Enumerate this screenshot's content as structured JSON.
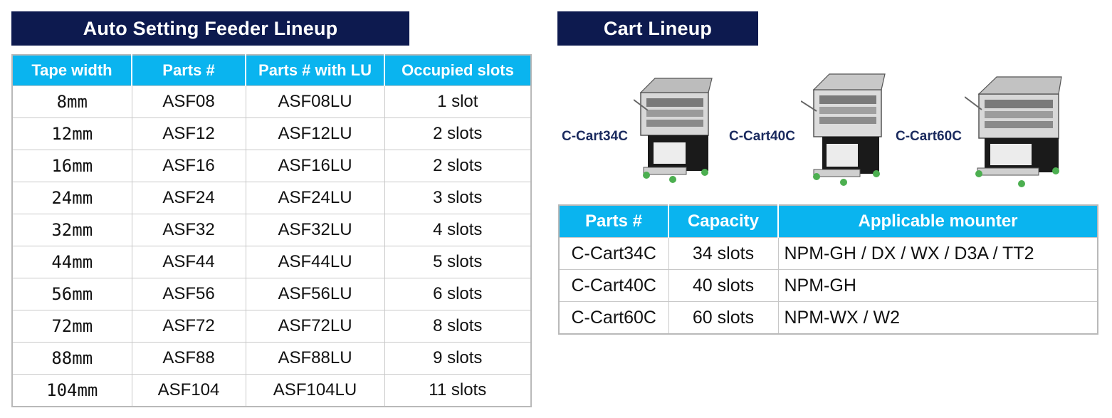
{
  "feeder": {
    "title": "Auto Setting Feeder Lineup",
    "headers": [
      "Tape width",
      "Parts #",
      "Parts # with LU",
      "Occupied slots"
    ],
    "rows": [
      [
        "8mm",
        "ASF08",
        "ASF08LU",
        "1 slot"
      ],
      [
        "12mm",
        "ASF12",
        "ASF12LU",
        "2 slots"
      ],
      [
        "16mm",
        "ASF16",
        "ASF16LU",
        "2 slots"
      ],
      [
        "24mm",
        "ASF24",
        "ASF24LU",
        "3 slots"
      ],
      [
        "32mm",
        "ASF32",
        "ASF32LU",
        "4 slots"
      ],
      [
        "44mm",
        "ASF44",
        "ASF44LU",
        "5 slots"
      ],
      [
        "56mm",
        "ASF56",
        "ASF56LU",
        "6 slots"
      ],
      [
        "72mm",
        "ASF72",
        "ASF72LU",
        "8 slots"
      ],
      [
        "88mm",
        "ASF88",
        "ASF88LU",
        "9 slots"
      ],
      [
        "104mm",
        "ASF104",
        "ASF104LU",
        "11 slots"
      ]
    ]
  },
  "cart": {
    "title": "Cart Lineup",
    "images": [
      {
        "label": "C-Cart34C",
        "icon": "cart-34c-image"
      },
      {
        "label": "C-Cart40C",
        "icon": "cart-40c-image"
      },
      {
        "label": "C-Cart60C",
        "icon": "cart-60c-image"
      }
    ],
    "headers": [
      "Parts #",
      "Capacity",
      "Applicable mounter"
    ],
    "rows": [
      [
        "C-Cart34C",
        "34 slots",
        "NPM-GH / DX / WX / D3A / TT2"
      ],
      [
        "C-Cart40C",
        "40 slots",
        "NPM-GH"
      ],
      [
        "C-Cart60C",
        "60 slots",
        "NPM-WX / W2"
      ]
    ]
  },
  "colors": {
    "banner": "#0d1a4f",
    "header": "#0ab4ef",
    "cart_label": "#1a2a5e"
  }
}
